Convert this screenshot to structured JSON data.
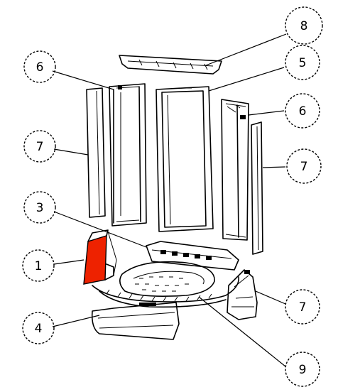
{
  "callouts": [
    {
      "id": "c8",
      "label": "8"
    },
    {
      "id": "c6a",
      "label": "6"
    },
    {
      "id": "c5",
      "label": "5"
    },
    {
      "id": "c6b",
      "label": "6"
    },
    {
      "id": "c7a",
      "label": "7"
    },
    {
      "id": "c7b",
      "label": "7"
    },
    {
      "id": "c3",
      "label": "3"
    },
    {
      "id": "c1",
      "label": "1"
    },
    {
      "id": "c7c",
      "label": "7"
    },
    {
      "id": "c4",
      "label": "4"
    },
    {
      "id": "c9",
      "label": "9"
    }
  ],
  "colors": {
    "highlight": "#ee2200",
    "line": "#000000",
    "background": "#ffffff"
  }
}
